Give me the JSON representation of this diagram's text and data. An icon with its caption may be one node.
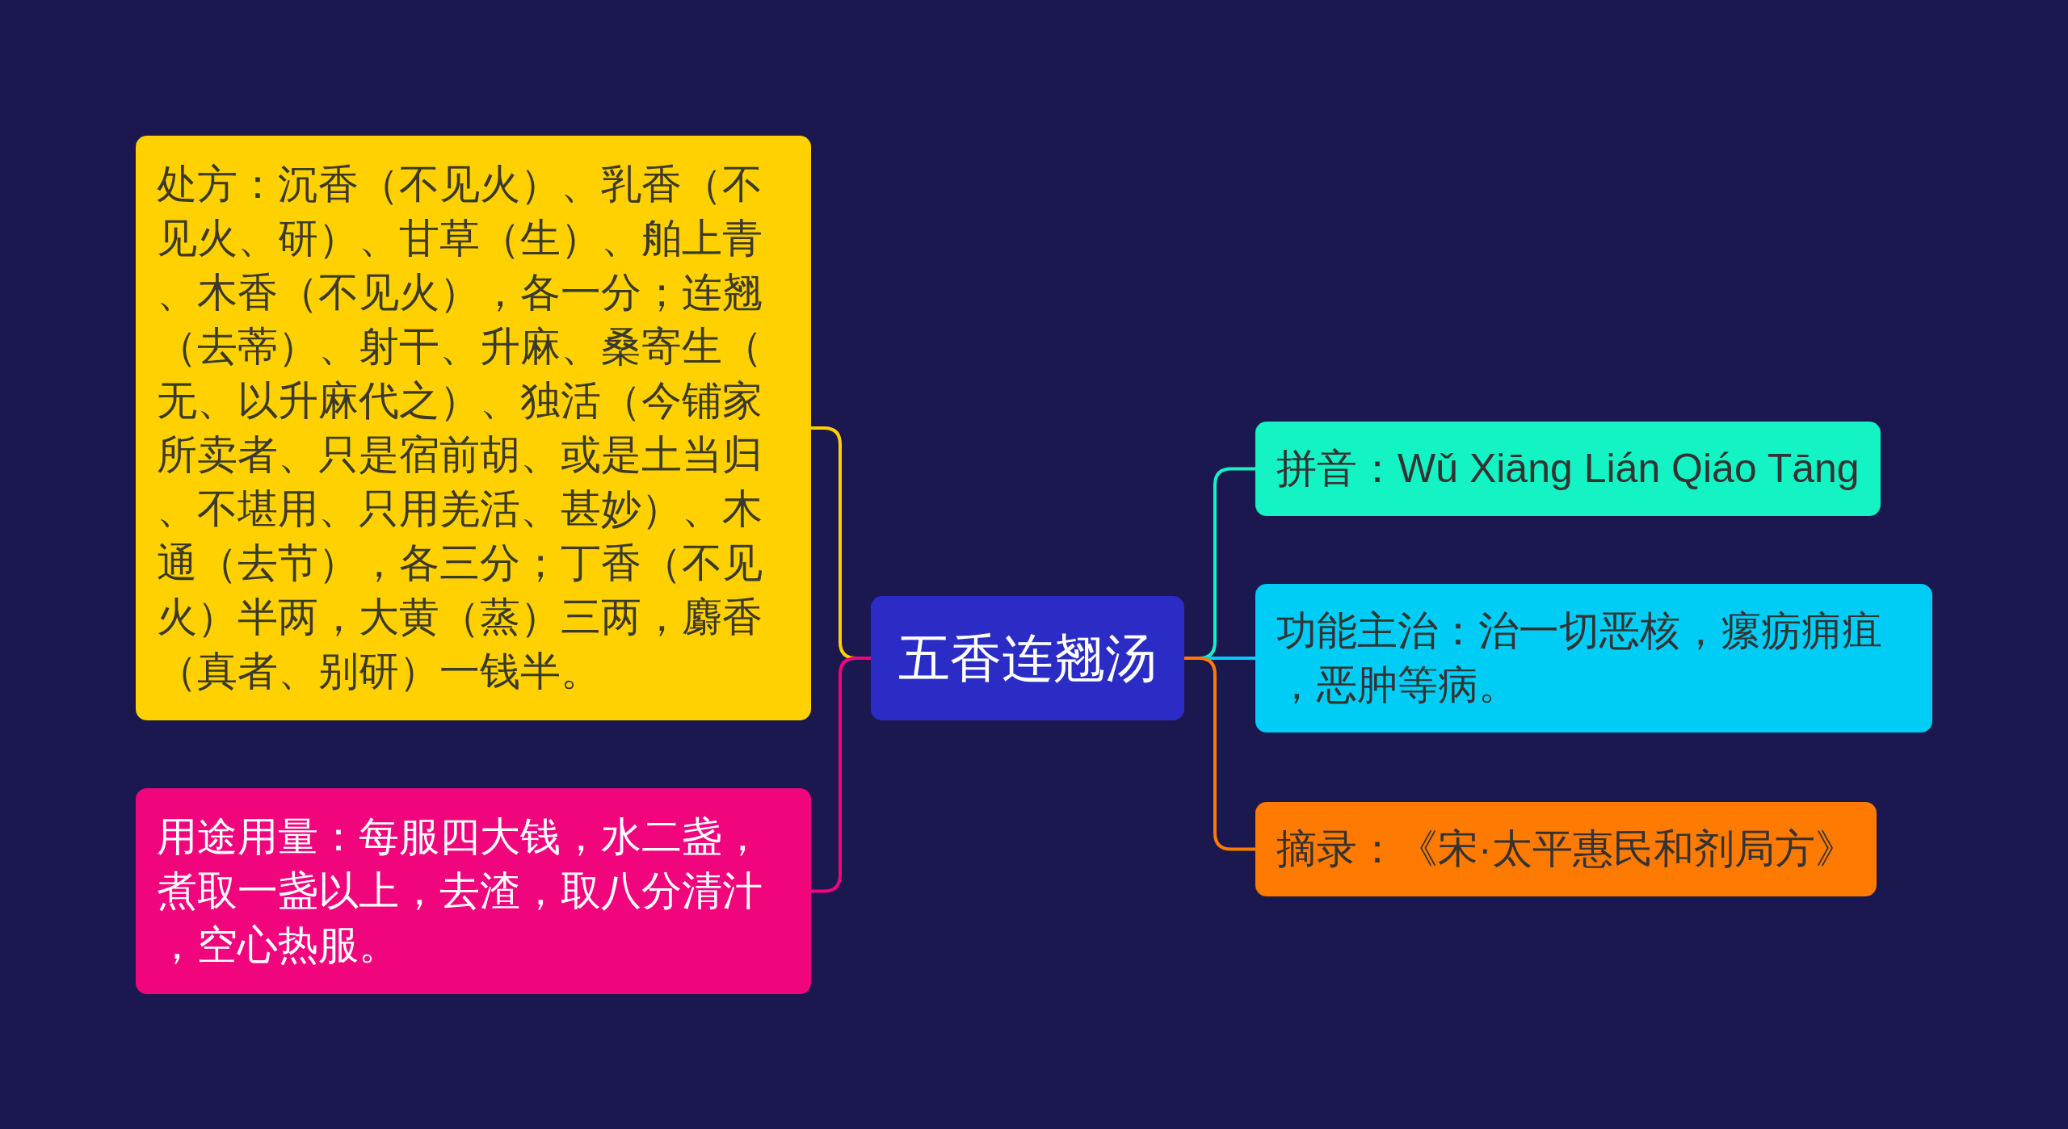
{
  "diagram": {
    "nodes": [
      {
        "text": [
          "处方：沉香（不见火）、乳香（不见火、研）、甘草（生）、舶上青、木香（不见火），各一分；连翘（去蒂）、射干、升麻、桑寄生（无、以升麻代之）、独活（今铺家所卖者、只是宿前胡、或是土当归、不堪用、只用羌活、甚妙）、木通（去节），各三分；丁香（不见火）半两，大黄（蒸）三两，麝香（真者、别研）一钱半。"
        ]
      },
      {
        "text": [
          "用途用量：每服四大钱，水二盏，煮取一盏以上，去渣，取八分清汁，空心热服。"
        ]
      },
      {
        "text": [
          "五香连翘汤"
        ]
      },
      {
        "text": [
          "拼音：Wǔ Xiāng Lián Qiáo Tāng"
        ]
      },
      {
        "text": [
          "功能主治：治一切恶核，瘰疬痈疽，恶肿等病。"
        ]
      },
      {
        "text": [
          "摘录：《宋·太平惠民和剂局方》"
        ]
      }
    ],
    "edges": [
      {
        "from": 2,
        "to": 0,
        "arrow": "none",
        "color": "#ffd100"
      },
      {
        "from": 2,
        "to": 1,
        "arrow": "none",
        "color": "#f0057d"
      },
      {
        "from": 2,
        "to": 3,
        "arrow": "none",
        "color": "#13f3c3"
      },
      {
        "from": 2,
        "to": 4,
        "arrow": "none",
        "color": "#00cdf5"
      },
      {
        "from": 2,
        "to": 5,
        "arrow": "none",
        "color": "#ff7a00"
      }
    ]
  }
}
